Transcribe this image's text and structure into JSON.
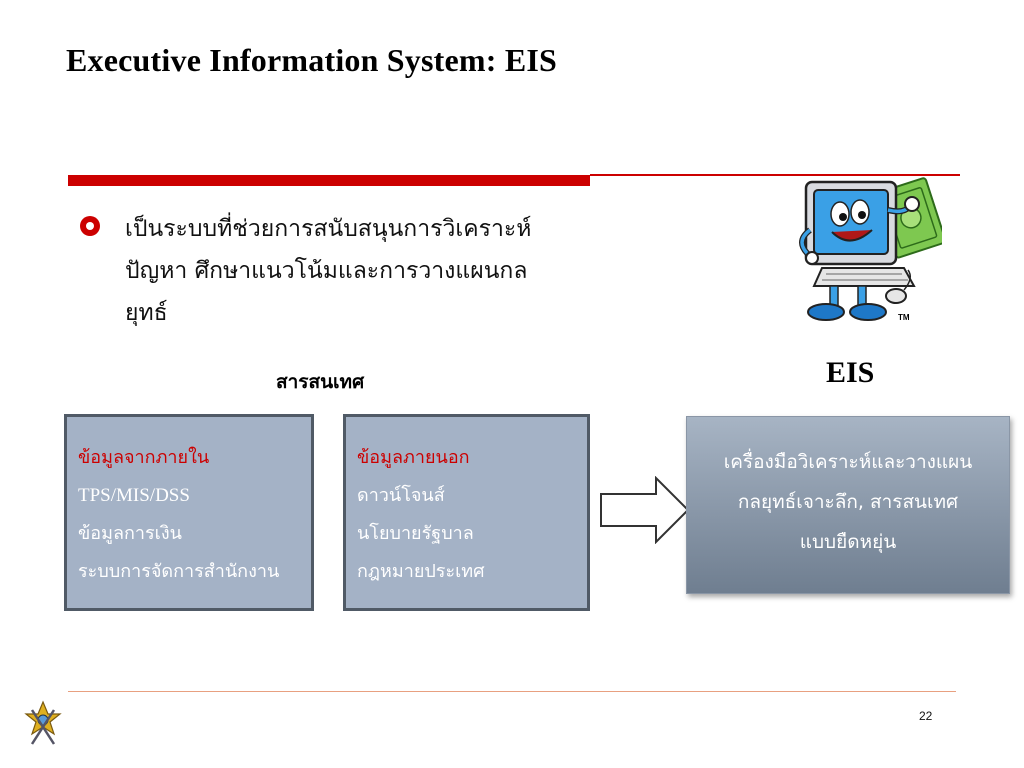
{
  "title": "Executive Information System: EIS",
  "bullet": {
    "lines": [
      "เป็นระบบที่ช่วยการสนับสนุนการวิเคราะห์",
      "ปัญหา ศึกษาแนวโน้มและการวางแผนกล",
      "ยุทธ์"
    ]
  },
  "labels": {
    "information": "สารสนเทศ",
    "eis": "EIS"
  },
  "boxes": {
    "internal": {
      "heading": "ข้อมูลจากภายใน",
      "items": [
        "TPS/MIS/DSS",
        "ข้อมูลการเงิน",
        "ระบบการจัดการสำนักงาน"
      ]
    },
    "external": {
      "heading": "ข้อมูลภายนอก",
      "items": [
        "ดาวน์โจนส์",
        "นโยบายรัฐบาล",
        "กฎหมายประเทศ"
      ]
    },
    "eis": {
      "lines": [
        "เครื่องมือวิเคราะห์และวางแผน",
        "กลยุทธ์เจาะลึก, สารสนเทศ",
        "แบบยืดหยุ่น"
      ]
    }
  },
  "mascot": {
    "trademark": "TM"
  },
  "page_number": "22",
  "colors": {
    "accent": "#cc0000",
    "box_fill": "#a4b2c6",
    "box_border": "#505a66"
  }
}
